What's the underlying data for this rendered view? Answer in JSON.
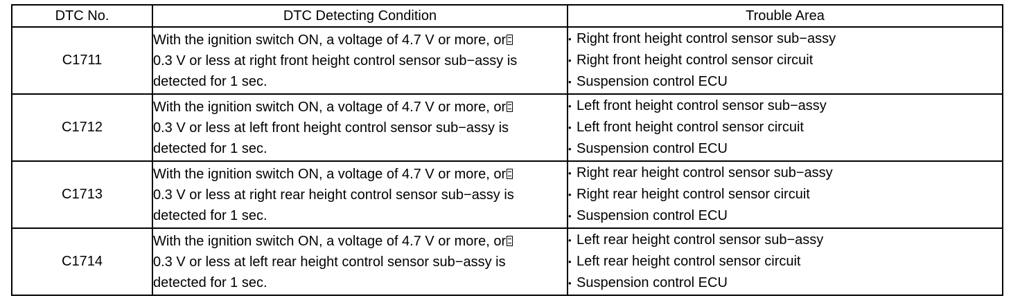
{
  "headers": {
    "dtc_no": "DTC No.",
    "condition": "DTC Detecting Condition",
    "trouble_area": "Trouble Area"
  },
  "bullet_glyph": "•",
  "rows": [
    {
      "code": "C1711",
      "condition": [
        "With the ignition switch ON, a voltage of 4.7 V or more, or",
        "0.3 V or less at right front height control sensor sub−assy is",
        "detected for 1 sec."
      ],
      "trouble_area": [
        "Right front height control sensor sub−assy",
        "Right front height control sensor circuit",
        "Suspension control ECU"
      ]
    },
    {
      "code": "C1712",
      "condition": [
        "With the ignition switch ON, a voltage of 4.7 V or more, or",
        "0.3 V or less at left front height control sensor sub−assy is",
        "detected for 1 sec."
      ],
      "trouble_area": [
        "Left front height control sensor sub−assy",
        "Left front height control sensor circuit",
        "Suspension control ECU"
      ]
    },
    {
      "code": "C1713",
      "condition": [
        "With the ignition switch ON, a voltage of 4.7 V or more, or",
        "0.3 V or less at right rear height control sensor sub−assy is",
        "detected for 1 sec."
      ],
      "trouble_area": [
        "Right rear height control sensor sub−assy",
        "Right rear height control sensor circuit",
        "Suspension control ECU"
      ]
    },
    {
      "code": "C1714",
      "condition": [
        "With the ignition switch ON, a voltage of 4.7 V or more, or",
        "0.3 V or less at left rear height control sensor sub−assy is",
        "detected for 1 sec."
      ],
      "trouble_area": [
        "Left rear height control sensor sub−assy",
        "Left rear height control sensor circuit",
        "Suspension control ECU"
      ]
    }
  ]
}
